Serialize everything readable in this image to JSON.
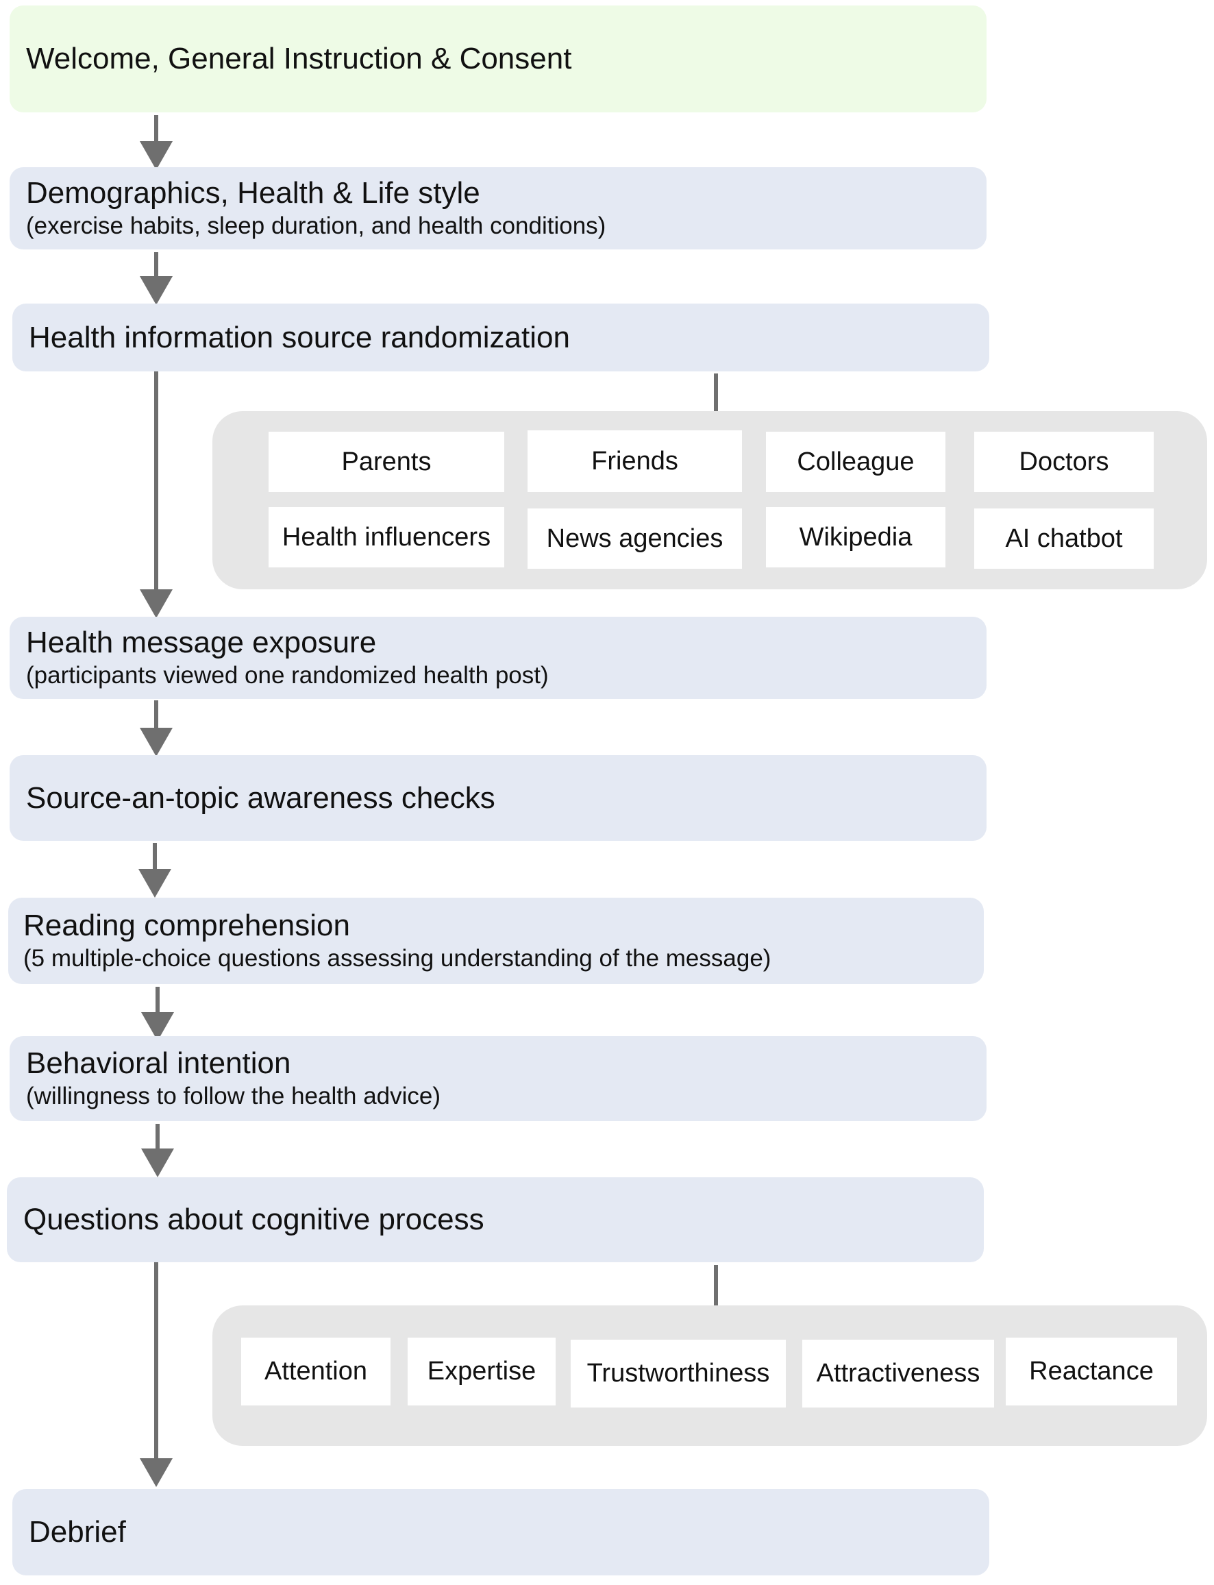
{
  "steps": {
    "welcome": {
      "title": "Welcome, General Instruction & Consent"
    },
    "demographics": {
      "title": "Demographics, Health & Life style",
      "subtitle": "(exercise habits, sleep duration, and health conditions)"
    },
    "randomization": {
      "title": "Health information source randomization"
    },
    "exposure": {
      "title": "Health message exposure",
      "subtitle": "(participants viewed one randomized health post)"
    },
    "awareness": {
      "title": "Source-an-topic awareness checks"
    },
    "comprehension": {
      "title": "Reading comprehension",
      "subtitle": "(5 multiple-choice questions assessing understanding of the message)"
    },
    "intention": {
      "title": "Behavioral intention",
      "subtitle": "(willingness to follow the health advice)"
    },
    "cognitive": {
      "title": "Questions about cognitive process"
    },
    "debrief": {
      "title": "Debrief"
    }
  },
  "sources": [
    "Parents",
    "Friends",
    "Colleague",
    "Doctors",
    "Health influencers",
    "News agencies",
    "Wikipedia",
    "AI chatbot"
  ],
  "cognitive_factors": [
    "Attention",
    "Expertise",
    "Trustworthiness",
    "Attractiveness",
    "Reactance"
  ],
  "colors": {
    "start_box": "#eefbe6",
    "step_box": "#e4e9f3",
    "group_panel": "#e6e6e6",
    "arrow": "#6f6f6f"
  }
}
